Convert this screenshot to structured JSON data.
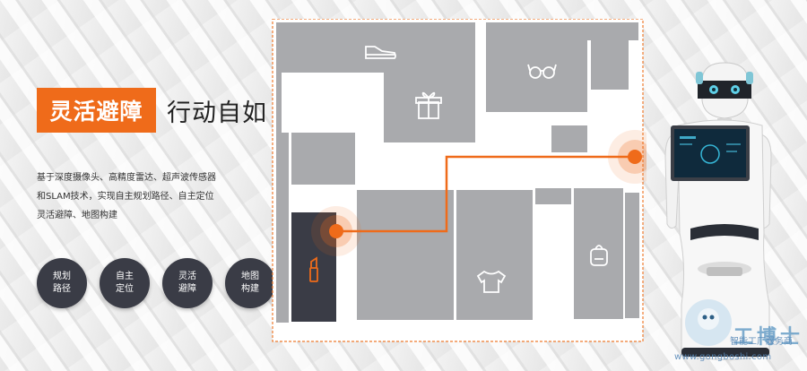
{
  "headline": {
    "highlight": "灵活避障",
    "rest": "行动自如"
  },
  "description": [
    "基于深度摄像头、高精度雷达、超声波传感器",
    "和SLAM技术，实现自主规划路径、自主定位",
    "灵活避障、地图构建"
  ],
  "features": [
    {
      "line1": "规划",
      "line2": "路径"
    },
    {
      "line1": "自主",
      "line2": "定位"
    },
    {
      "line1": "灵活",
      "line2": "避障"
    },
    {
      "line1": "地图",
      "line2": "构建"
    }
  ],
  "colors": {
    "accent": "#ef6b1a",
    "dark": "#3a3c46",
    "map_block": "#a9aaad",
    "map_floor": "#ffffff"
  },
  "map": {
    "icons": [
      "shoe-icon",
      "glasses-icon",
      "gift-icon",
      "tshirt-icon",
      "backpack-icon",
      "lipstick-icon"
    ]
  },
  "watermark": {
    "brand": "工博士",
    "tagline": "智能工厂服务商",
    "url": "www.gongboshi.com"
  }
}
